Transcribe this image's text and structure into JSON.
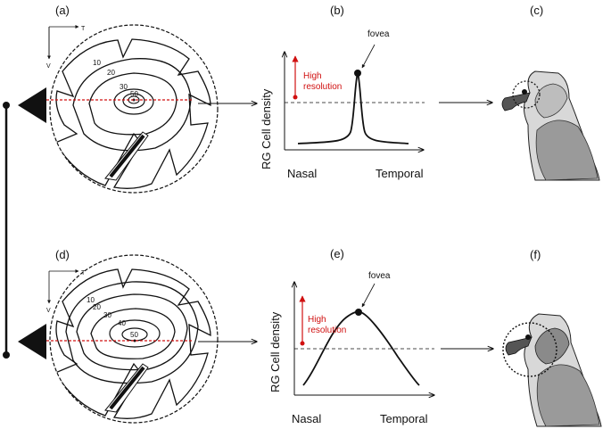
{
  "panels": {
    "a": "(a)",
    "b": "(b)",
    "c": "(c)",
    "d": "(d)",
    "e": "(e)",
    "f": "(f)"
  },
  "retina_top": {
    "axis_t": "T",
    "axis_v": "V",
    "contours": [
      "10",
      "20",
      "30",
      "50"
    ]
  },
  "retina_bottom": {
    "axis_t": "T",
    "axis_v": "V",
    "contours": [
      "10",
      "20",
      "30",
      "40",
      "50"
    ]
  },
  "graph_top": {
    "ylabel": "RG Cell density",
    "xlabel_left": "Nasal",
    "xlabel_right": "Temporal",
    "fovea": "fovea",
    "note_line1": "High",
    "note_line2": "resolution"
  },
  "graph_bottom": {
    "ylabel": "RG Cell density",
    "xlabel_left": "Nasal",
    "xlabel_right": "Temporal",
    "fovea": "fovea",
    "note_line1": "High",
    "note_line2": "resolution"
  },
  "colors": {
    "accent_red": "#d01010",
    "ink": "#111111"
  }
}
